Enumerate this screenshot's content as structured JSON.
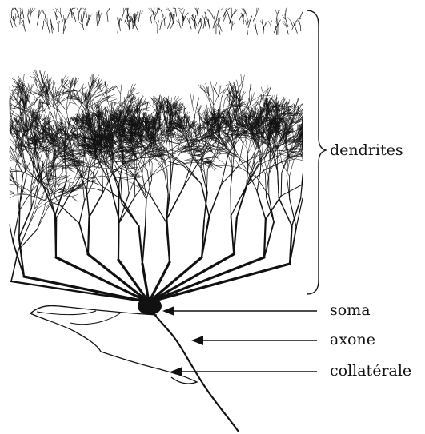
{
  "diagram": {
    "labels": {
      "dendrites": "dendrites",
      "soma": "soma",
      "axon": "axone",
      "collateral": "collatérale"
    },
    "ink_color": "#111111",
    "background": "#ffffff"
  }
}
